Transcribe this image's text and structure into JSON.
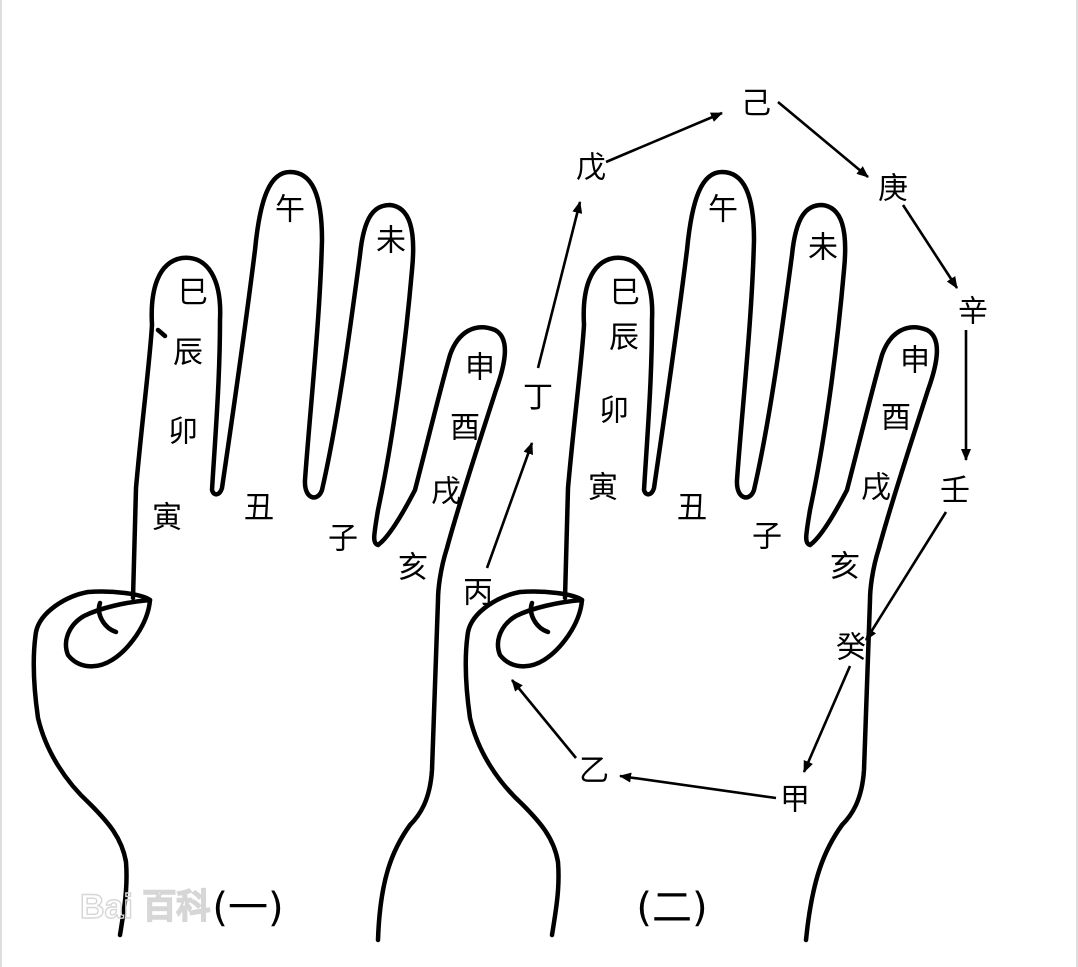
{
  "hand1": {
    "branches": {
      "si": "巳",
      "chen": "辰",
      "mao": "卯",
      "yin": "寅",
      "wu": "午",
      "chou": "丑",
      "wei": "未",
      "zi": "子",
      "shen": "申",
      "you": "酉",
      "xu": "戌",
      "hai": "亥"
    },
    "caption": "(一)"
  },
  "hand2": {
    "branches": {
      "si": "巳",
      "chen": "辰",
      "mao": "卯",
      "yin": "寅",
      "wu": "午",
      "chou": "丑",
      "wei": "未",
      "zi": "子",
      "shen": "申",
      "you": "酉",
      "xu": "戌",
      "hai": "亥"
    },
    "caption": "(二)"
  },
  "stems": {
    "jia": "甲",
    "yi": "乙",
    "bing": "丙",
    "ding": "丁",
    "wu": "戊",
    "ji": "己",
    "geng": "庚",
    "xin": "辛",
    "ren": "壬",
    "gui": "癸"
  },
  "watermark": "Bai 百科"
}
